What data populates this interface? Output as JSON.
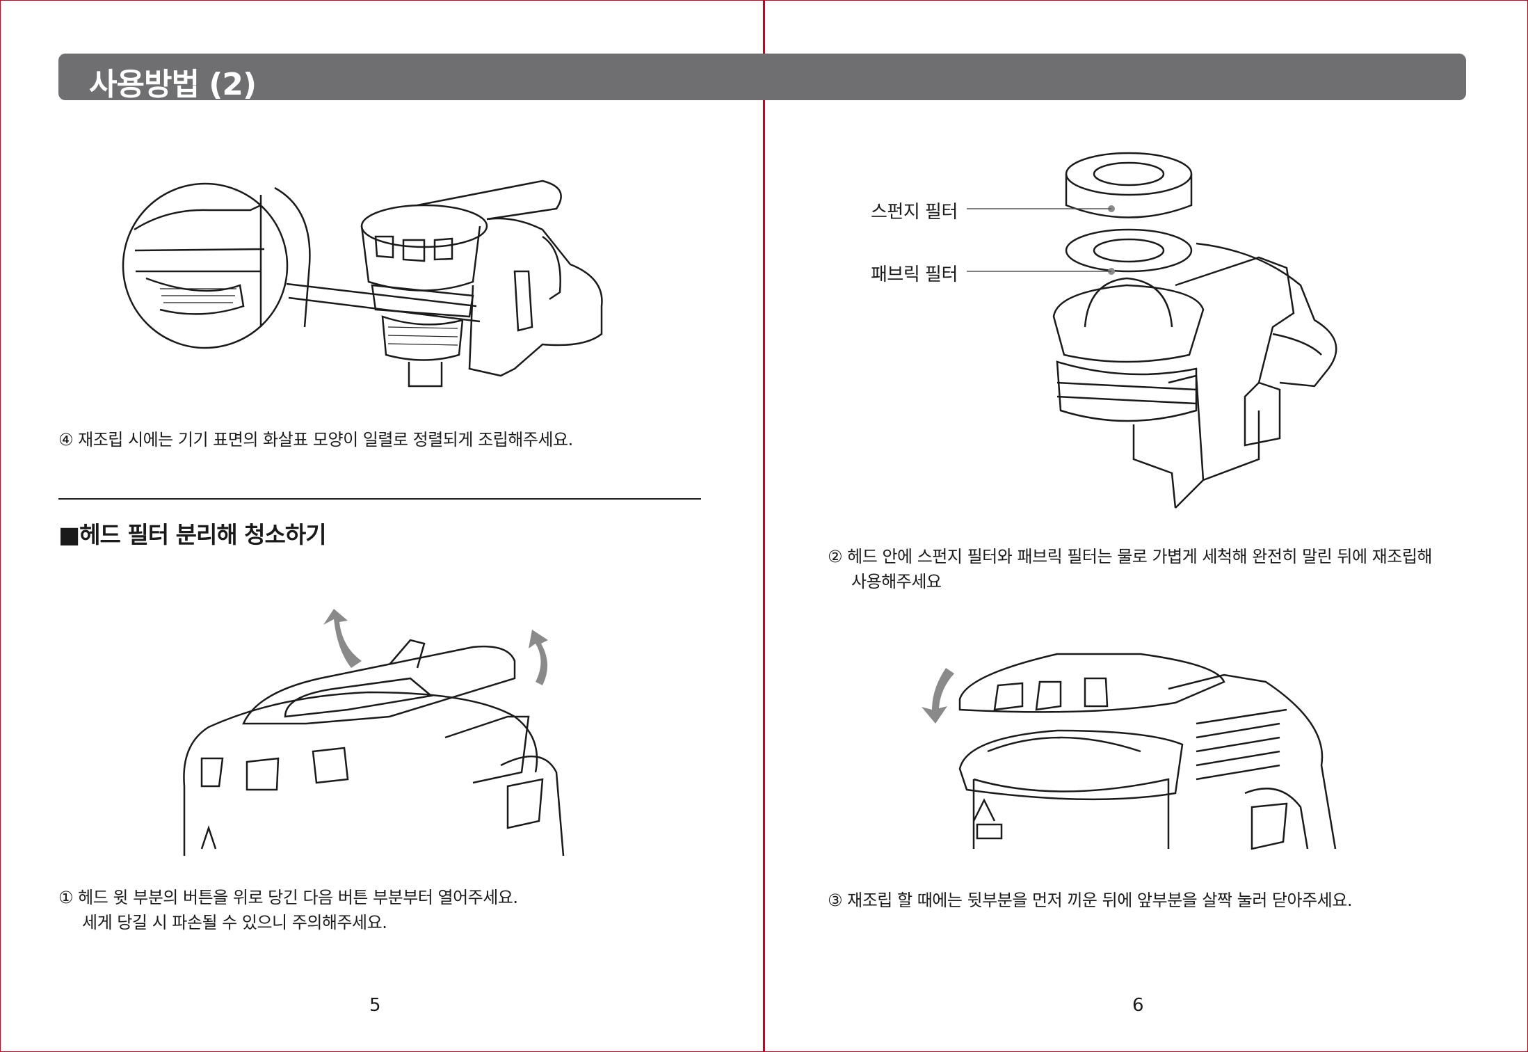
{
  "header": {
    "title": "사용방법 (2)"
  },
  "left_page": {
    "step4": "④ 재조립 시에는 기기 표면의 화살표 모양이 일렬로 정렬되게 조립해주세요.",
    "section_title": "■헤드 필터 분리해 청소하기",
    "step1_line1": "① 헤드 윗 부분의 버튼을 위로 당긴 다음 버튼 부분부터 열어주세요.",
    "step1_line2": "세게 당길 시 파손될 수 있으니 주의해주세요.",
    "page_number": "5"
  },
  "right_page": {
    "label_sponge": "스펀지 필터",
    "label_fabric": "패브릭 필터",
    "step2_line1": "② 헤드 안에 스펀지 필터와 패브릭 필터는 물로 가볍게 세척해 완전히 말린 뒤에 재조립해",
    "step2_line2": "사용해주세요",
    "step3": "③ 재조립 할 때에는 뒷부분을 먼저 끼운 뒤에 앞부분을 살짝 눌러 닫아주세요.",
    "page_number": "6"
  },
  "colors": {
    "title_bar": "#6f6f72",
    "divider": "#d0021b",
    "line_art": "#1a1a1a"
  }
}
